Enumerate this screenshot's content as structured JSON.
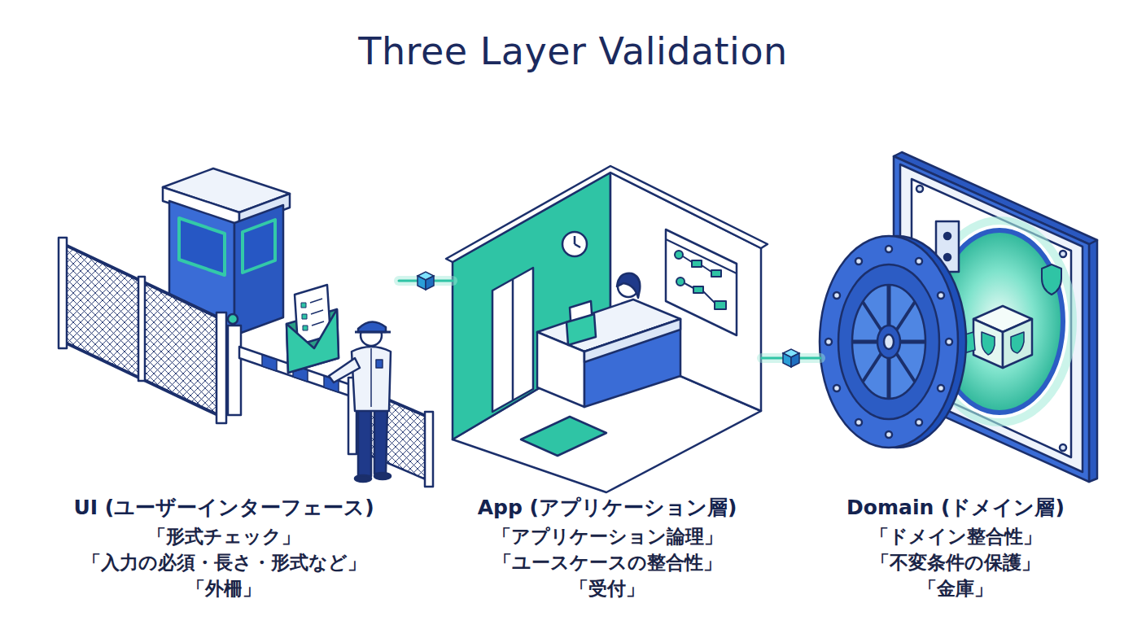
{
  "diagram": {
    "title": "Three Layer Validation",
    "nodes": [
      {
        "text": [
          "UI (ユーザーインターフェース)",
          "「形式チェック」",
          "「入力の必須・長さ・形式など」",
          "「外柵」"
        ]
      },
      {
        "text": [
          "App (アプリケーション層)",
          "「アプリケーション論理」",
          "「ユースケースの整合性」",
          "「受付」"
        ]
      },
      {
        "text": [
          "Domain (ドメイン層)",
          "「ドメイン整合性」",
          "「不変条件の保護」",
          "「金庫」"
        ]
      }
    ],
    "edges": [
      {
        "from": 0,
        "to": 1,
        "arrow": "none"
      },
      {
        "from": 1,
        "to": 2,
        "arrow": "none"
      }
    ]
  }
}
